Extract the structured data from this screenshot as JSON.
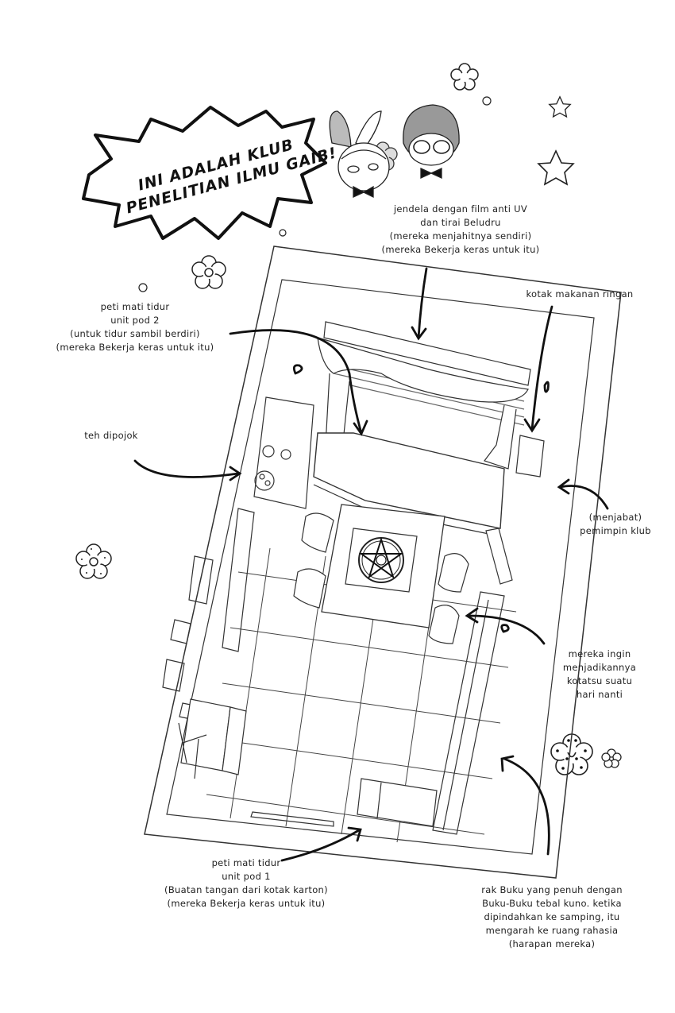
{
  "title_bubble": {
    "line1": "INI ADALAH KLUB",
    "line2": "PENELITIAN ILMU GAIB!"
  },
  "annotations": {
    "window": {
      "lines": [
        "jendela dengan film anti UV",
        "dan tirai Beludru",
        "(mereka menjahitnya sendiri)",
        "(mereka Bekerja keras untuk itu)"
      ]
    },
    "coffin_pod_2": {
      "lines": [
        "peti mati tidur",
        "unit pod 2",
        "(untuk tidur sambil berdiri)",
        "(mereka Bekerja keras untuk itu)"
      ]
    },
    "snack_box": {
      "lines": [
        "kotak makanan ringan"
      ]
    },
    "tea_corner": {
      "lines": [
        "teh dipojok"
      ]
    },
    "club_leader": {
      "lines": [
        "(menjabat)",
        "pemimpin klub"
      ]
    },
    "kotatsu": {
      "lines": [
        "mereka ingin",
        "menjadikannya",
        "kotatsu suatu",
        "hari nanti"
      ]
    },
    "coffin_pod_1": {
      "lines": [
        "peti mati tidur",
        "unit pod 1",
        "(Buatan tangan dari kotak karton)",
        "(mereka Bekerja keras untuk itu)"
      ]
    },
    "bookshelf": {
      "lines": [
        "rak Buku yang penuh dengan",
        "Buku-Buku tebal kuno. ketika",
        "dipindahkan ke samping, itu",
        "mengarah ke ruang rahasia",
        "(harapan mereka)"
      ]
    }
  },
  "decorations": {
    "icons": [
      "flower-icon",
      "star-icon",
      "circle-icon",
      "dotted-flower-icon",
      "pentagram-icon"
    ]
  },
  "colors": {
    "ink": "#111111",
    "paper": "#ffffff",
    "line": "#333333"
  }
}
